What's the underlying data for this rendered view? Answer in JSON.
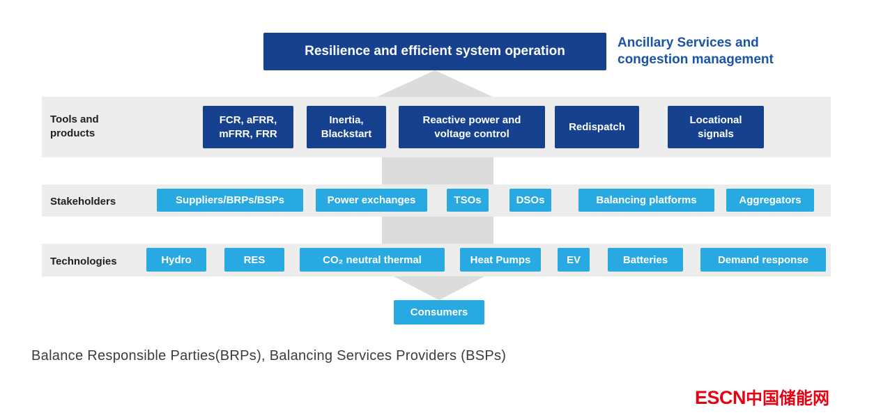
{
  "colors": {
    "dark_blue": "#16418e",
    "cyan": "#29a9e1",
    "band_gray": "#ededed",
    "arrow_gray": "#dcdcdc",
    "side_label_blue": "#1a55a5",
    "logo_red": "#e60012",
    "footnote_gray": "#3c3c3c"
  },
  "header": {
    "title": "Resilience and efficient system operation",
    "side_label": "Ancillary Services and\ncongestion management"
  },
  "rows": {
    "tools": {
      "label": "Tools and\nproducts",
      "items": [
        "FCR, aFRR,\nmFRR, FRR",
        "Inertia,\nBlackstart",
        "Reactive power and\nvoltage control",
        "Redispatch",
        "Locational\nsignals"
      ]
    },
    "stakeholders": {
      "label": "Stakeholders",
      "items": [
        "Suppliers/BRPs/BSPs",
        "Power exchanges",
        "TSOs",
        "DSOs",
        "Balancing platforms",
        "Aggregators"
      ]
    },
    "technologies": {
      "label": "Technologies",
      "items": [
        "Hydro",
        "RES",
        "CO₂ neutral thermal",
        "Heat Pumps",
        "EV",
        "Batteries",
        "Demand response"
      ]
    }
  },
  "consumers": {
    "label": "Consumers"
  },
  "footnote": "Balance Responsible Parties(BRPs), Balancing Services Providers (BSPs)",
  "logo": {
    "latin": "ESCN",
    "cjk": "中国储能网"
  }
}
